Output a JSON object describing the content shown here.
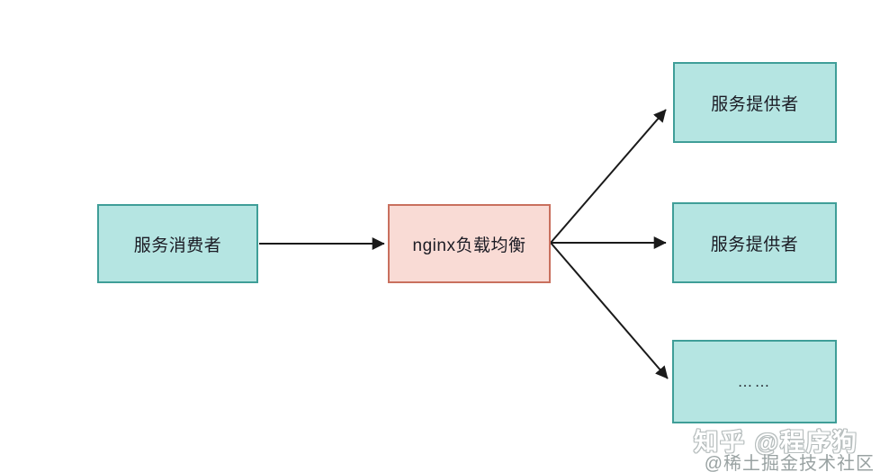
{
  "diagram": {
    "nodes": {
      "consumer": {
        "label": "服务消费者",
        "color": "teal"
      },
      "nginx": {
        "label": "nginx负载均衡",
        "color": "pink"
      },
      "provider1": {
        "label": "服务提供者",
        "color": "teal"
      },
      "provider2": {
        "label": "服务提供者",
        "color": "teal"
      },
      "more": {
        "label": "……",
        "color": "teal"
      }
    },
    "edges": [
      {
        "from": "consumer",
        "to": "nginx"
      },
      {
        "from": "nginx",
        "to": "provider1"
      },
      {
        "from": "nginx",
        "to": "provider2"
      },
      {
        "from": "nginx",
        "to": "more"
      }
    ],
    "colors": {
      "node_teal_fill": "#b5e5e2",
      "node_teal_border": "#3f9e98",
      "node_pink_fill": "#f9dbd5",
      "node_pink_border": "#c9705e",
      "arrow": "#1a1a1a",
      "text": "#1b1b24"
    }
  },
  "watermark": {
    "line1": "知乎 @程序狗",
    "line2": "@稀土掘金技术社区"
  }
}
